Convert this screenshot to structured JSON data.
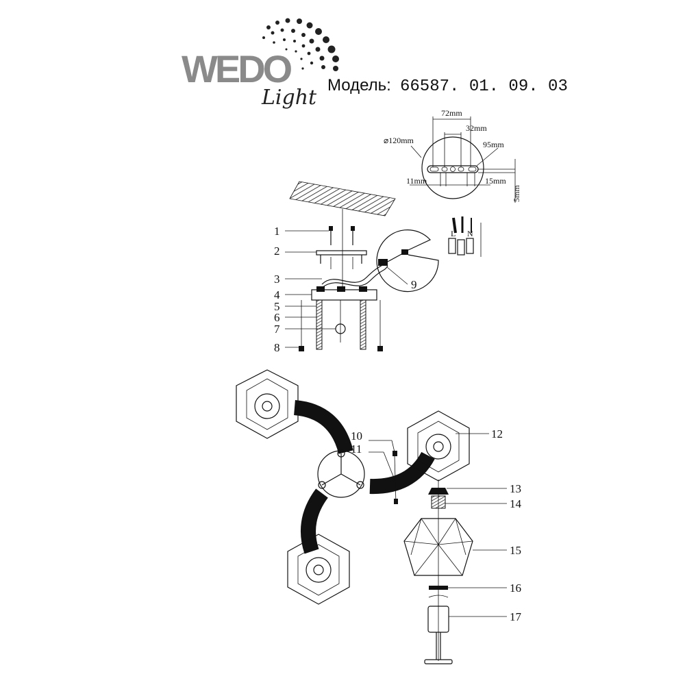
{
  "brand": {
    "logo_main": "WEDO",
    "logo_sub": "Light"
  },
  "header": {
    "model_label": "Модель:",
    "model_number": "66587. 01. 09. 03"
  },
  "dimensions": {
    "d72": "72mm",
    "d32": "32mm",
    "d120": "⌀120mm",
    "d95": "95mm",
    "d11": "11mm",
    "d15": "15mm",
    "d5": "5mm"
  },
  "wiring": {
    "live": "L",
    "neutral": "N"
  },
  "parts": [
    "1",
    "2",
    "3",
    "4",
    "5",
    "6",
    "7",
    "8",
    "9",
    "10",
    "11",
    "12",
    "13",
    "14",
    "15",
    "16",
    "17"
  ],
  "colors": {
    "ink": "#111111",
    "logo_gray": "#8a8a8a"
  }
}
